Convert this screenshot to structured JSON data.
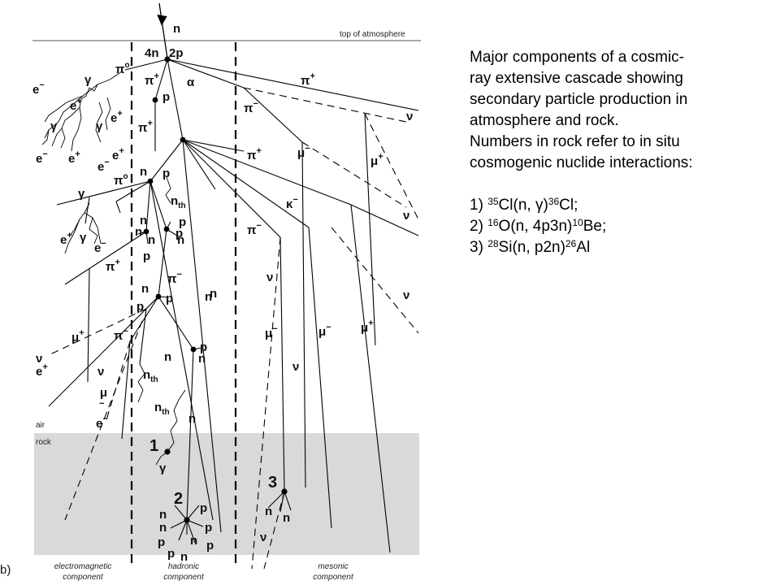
{
  "diagram": {
    "top_label": "top of atmosphere",
    "air_label": "air",
    "rock_label": "rock",
    "incoming": "n",
    "nucleons_left": "4n",
    "nucleons_right": "2p",
    "marker_b": "b)",
    "components": {
      "em_line1": "electromagnetic",
      "em_line2": "component",
      "had_line1": "hadronic",
      "had_line2": "component",
      "mes_line1": "mesonic",
      "mes_line2": "component"
    },
    "numbers": {
      "n1": "1",
      "n2": "2",
      "n3": "3"
    },
    "particles": {
      "pi": "π",
      "plus": "+",
      "minus": "−",
      "zero": "o",
      "gamma": "γ",
      "alpha": "α",
      "nu": "ν",
      "mu": "μ",
      "kappa": "κ",
      "e": "e",
      "n": "n",
      "p": "p",
      "nth": "n",
      "th": "th"
    }
  },
  "caption": {
    "line1": "Major components of a cosmic-",
    "line2": "ray extensive cascade showing",
    "line3": "secondary particle production in",
    "line4": "atmosphere and rock.",
    "line5": "Numbers in rock refer to in situ",
    "line6": "cosmogenic nuclide interactions:",
    "r1": {
      "prefix": "1) ",
      "iso1": "35",
      "body1": "Cl(n, ",
      "sym": "γ",
      "body2": ")",
      "iso2": "36",
      "body3": "Cl;"
    },
    "r2": {
      "prefix": "2) ",
      "iso1": "16",
      "body1": "O(n, 4p3n)",
      "iso2": "10",
      "body2": "Be;"
    },
    "r3": {
      "prefix": "3) ",
      "iso1": "28",
      "body1": "Si(n, p2n)",
      "iso2": "26",
      "body2": "Al"
    }
  }
}
